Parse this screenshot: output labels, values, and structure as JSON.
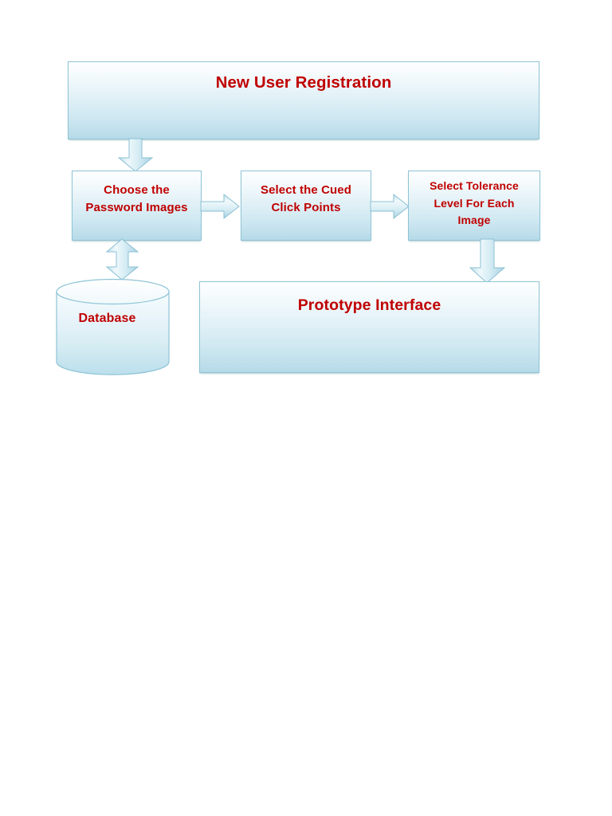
{
  "diagram": {
    "title": "New User Registration",
    "type": "flowchart",
    "accent_fill_top": "#fdfeff",
    "accent_fill_bottom": "#b6dae8",
    "border_color": "#8ec4d6",
    "text_color": "#c00000",
    "background": "#ffffff",
    "nodes": [
      {
        "id": "title",
        "label": "New User Registration",
        "shape": "rectangle"
      },
      {
        "id": "choose-images",
        "label": "Choose the\nPassword Images",
        "shape": "rectangle"
      },
      {
        "id": "click-points",
        "label": "Select the Cued\nClick Points",
        "shape": "rectangle"
      },
      {
        "id": "tolerance",
        "label": "Select Tolerance\nLevel For Each\nImage",
        "shape": "rectangle"
      },
      {
        "id": "database",
        "label": "Database",
        "shape": "cylinder"
      },
      {
        "id": "prototype",
        "label": "Prototype Interface",
        "shape": "rectangle"
      }
    ],
    "connectors": [
      {
        "id": "title-to-choose",
        "from": "title",
        "to": "choose-images",
        "direction": "down",
        "style": "block-arrow"
      },
      {
        "id": "choose-to-click",
        "from": "choose-images",
        "to": "click-points",
        "direction": "right",
        "style": "block-arrow"
      },
      {
        "id": "click-to-tolerance",
        "from": "click-points",
        "to": "tolerance",
        "direction": "right",
        "style": "block-arrow"
      },
      {
        "id": "tolerance-to-prototype",
        "from": "tolerance",
        "to": "prototype",
        "direction": "down",
        "style": "block-arrow"
      },
      {
        "id": "choose-database",
        "from": "choose-images",
        "to": "database",
        "direction": "bidirectional-vertical",
        "style": "block-arrow"
      }
    ]
  }
}
